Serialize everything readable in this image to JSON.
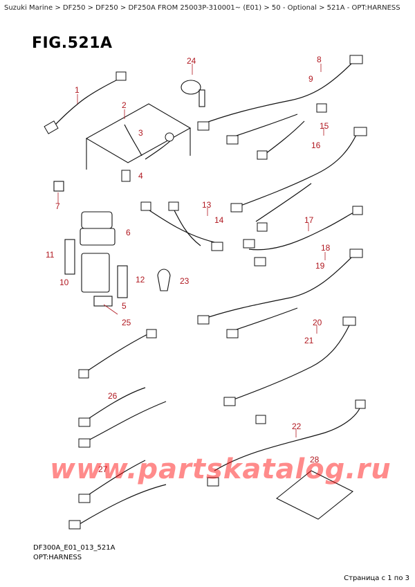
{
  "header": {
    "breadcrumb": "Suzuki Marine > DF250 > DF250 > DF250A FROM 25003P-310001~ (E01) > 50 - Optional > 521A - OPT:HARNESS"
  },
  "figure": {
    "title": "FIG.521A",
    "code": "DF300A_E01_013_521A",
    "name": "OPT:HARNESS"
  },
  "part_numbers": [
    "1",
    "2",
    "3",
    "4",
    "5",
    "6",
    "7",
    "8",
    "9",
    "10",
    "11",
    "12",
    "13",
    "14",
    "15",
    "16",
    "17",
    "18",
    "19",
    "20",
    "21",
    "22",
    "23",
    "24",
    "25",
    "26",
    "27",
    "28"
  ],
  "watermark": "www.partskatalog.ru",
  "pagination": "Страница с 1 по 3",
  "colors": {
    "callout": "#b0171f",
    "line": "#111111",
    "watermark": "#ff0000"
  }
}
